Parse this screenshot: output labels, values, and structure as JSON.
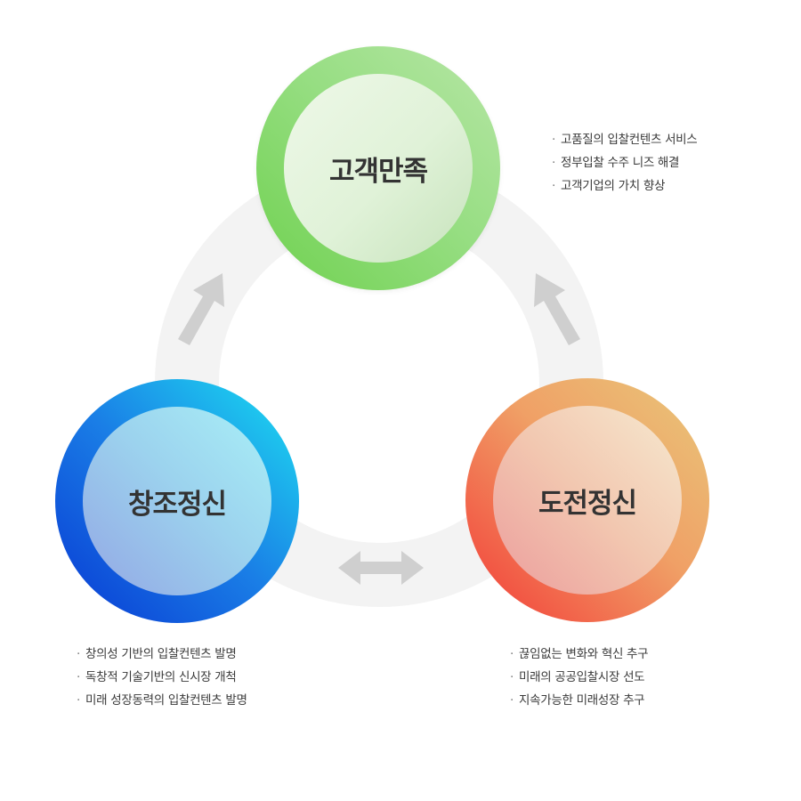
{
  "nodes": [
    {
      "id": "top",
      "label": "고객만족",
      "bullets": [
        "고품질의 입찰컨텐츠 서비스",
        "정부입찰 수주 니즈 해결",
        "고객기업의 가치 향상"
      ]
    },
    {
      "id": "left",
      "label": "창조정신",
      "bullets": [
        "창의성 기반의 입찰컨텐츠 발명",
        "독창적 기술기반의 신시장 개척",
        "미래 성장동력의 입찰컨텐츠 발명"
      ]
    },
    {
      "id": "right",
      "label": "도전정신",
      "bullets": [
        "끊임없는 변화와 혁신 추구",
        "미래의 공공입찰시장 선도",
        "지속가능한 미래성장 추구"
      ]
    }
  ],
  "bullet_marker": "·",
  "colors": {
    "ring": "#f3f3f3",
    "arrow": "#cfcfcf",
    "green": "#7dd65e",
    "blue": "#1565df",
    "red": "#f2503f",
    "text": "#333333"
  },
  "connectors": [
    {
      "from": "left",
      "to": "top",
      "icon": "arrow-up-right-icon"
    },
    {
      "from": "right",
      "to": "top",
      "icon": "arrow-up-left-icon"
    },
    {
      "from": "left",
      "to": "right",
      "icon": "double-arrow-horizontal-icon"
    }
  ]
}
